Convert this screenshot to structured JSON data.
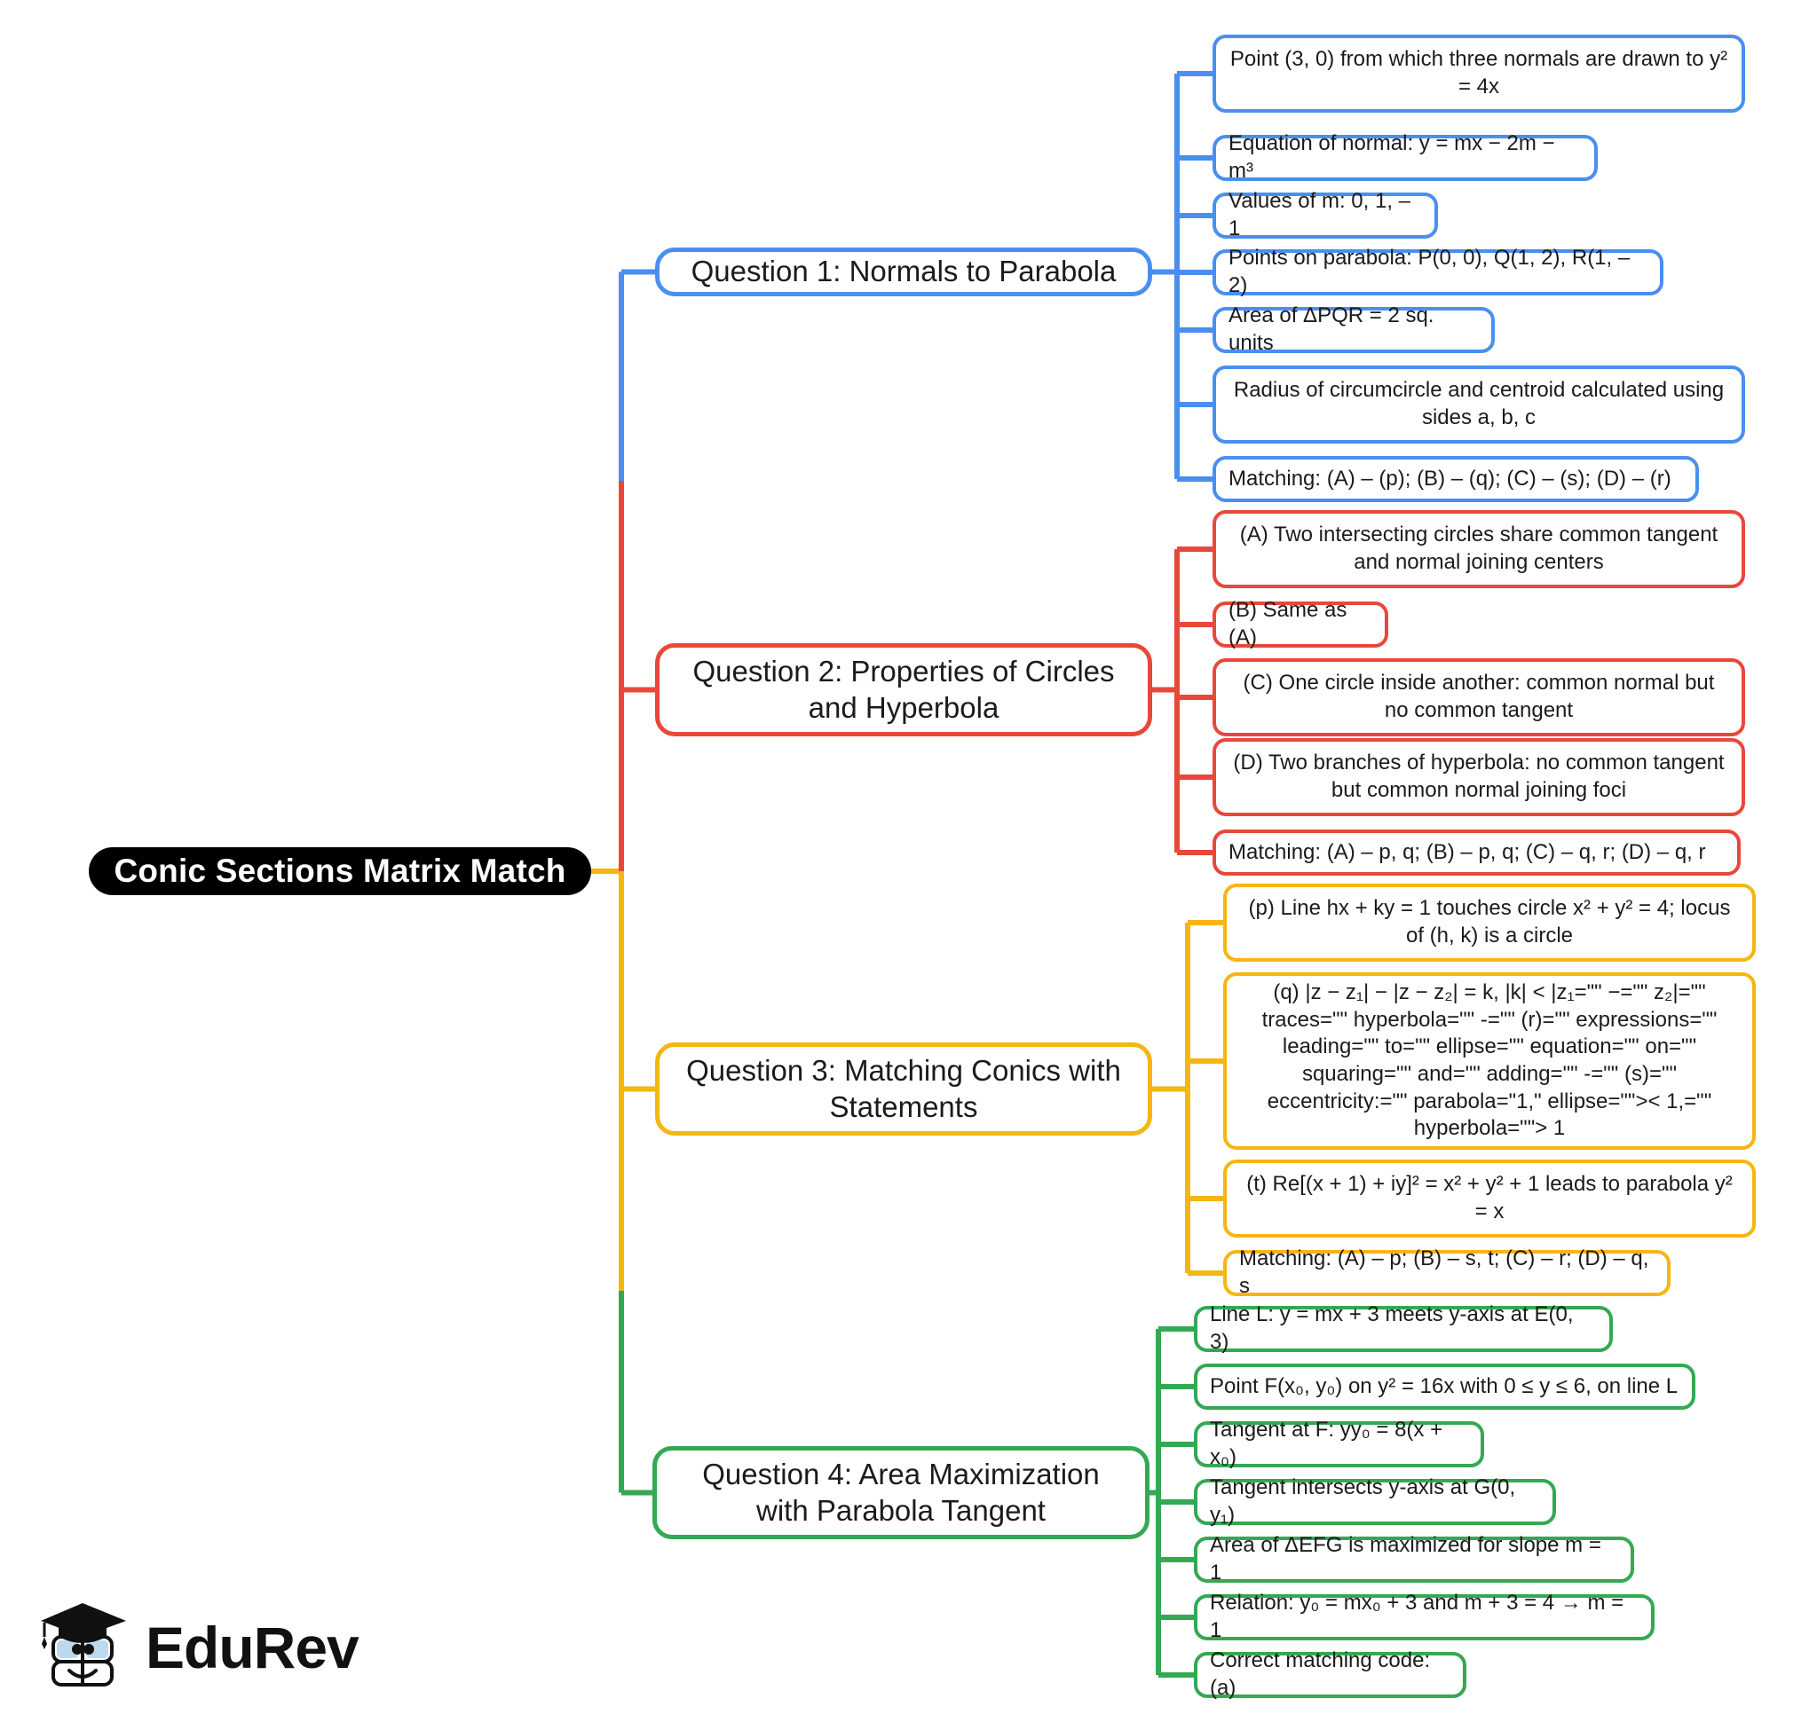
{
  "root": {
    "label": "Conic Sections Matrix Match"
  },
  "colors": {
    "branch1": "#4a8ff0",
    "branch2": "#e8483a",
    "branch3": "#f5b612",
    "branch4": "#34a853",
    "root_bg": "#000000",
    "root_text": "#ffffff",
    "node_bg": "#ffffff",
    "node_text": "#1b1b1b",
    "page_bg": "#ffffff"
  },
  "branches": [
    {
      "id": "q1",
      "label": "Question 1: Normals to Parabola",
      "color": "#4a8ff0",
      "leaves": [
        "Point (3, 0) from which three normals are drawn to y² = 4x",
        "Equation of normal: y = mx − 2m − m³",
        "Values of m: 0, 1, –1",
        "Points on parabola: P(0, 0), Q(1, 2), R(1, –2)",
        "Area of ΔPQR = 2 sq. units",
        "Radius of circumcircle and centroid calculated using sides a, b, c",
        "Matching: (A) – (p); (B) – (q); (C) – (s); (D) – (r)"
      ]
    },
    {
      "id": "q2",
      "label": "Question 2: Properties of Circles and Hyperbola",
      "color": "#e8483a",
      "leaves": [
        "(A) Two intersecting circles share common tangent and normal joining centers",
        "(B) Same as (A)",
        "(C) One circle inside another: common normal but no common tangent",
        "(D) Two branches of hyperbola: no common tangent but common normal joining foci",
        "Matching: (A) – p, q; (B) – p, q; (C) – q, r; (D) – q, r"
      ]
    },
    {
      "id": "q3",
      "label": "Question 3: Matching Conics with Statements",
      "color": "#f5b612",
      "leaves": [
        "(p) Line hx + ky = 1 touches circle x² + y² = 4; locus of (h, k) is a circle",
        "(q) |z − z₁| − |z − z₂| = k, |k| < |z₁=\"\" −=\"\" z₂|=\"\" traces=\"\" hyperbola=\"\" -=\"\" (r)=\"\" expressions=\"\" leading=\"\" to=\"\" ellipse=\"\" equation=\"\" on=\"\" squaring=\"\" and=\"\" adding=\"\" -=\"\" (s)=\"\" eccentricity:=\"\" parabola=\"1,\" ellipse=\"\">< 1,=\"\" hyperbola=\"\"> 1",
        "(t) Re[(x + 1) + iy]² = x² + y² + 1 leads to parabola y² = x",
        "Matching: (A) – p; (B) – s, t; (C) – r; (D) – q, s"
      ]
    },
    {
      "id": "q4",
      "label": "Question 4: Area Maximization with Parabola Tangent",
      "color": "#34a853",
      "leaves": [
        "Line L: y = mx + 3 meets y-axis at E(0, 3)",
        "Point F(x₀, y₀) on y² = 16x with 0 ≤ y ≤ 6, on line L",
        "Tangent at F: yy₀ = 8(x + x₀)",
        "Tangent intersects y-axis at G(0, y₁)",
        "Area of ΔEFG is maximized for slope m = 1",
        "Relation: y₀ = mx₀ + 3 and m + 3 = 4 → m = 1",
        "Correct matching code: (a)"
      ]
    }
  ],
  "logo": {
    "text": "EduRev",
    "mark": "graduation-cap-books-icon"
  }
}
